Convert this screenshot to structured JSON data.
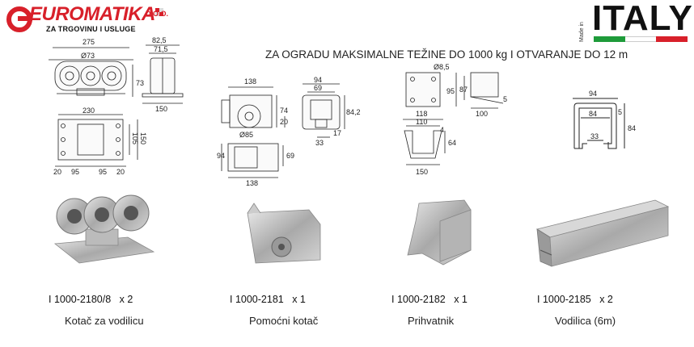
{
  "brand": {
    "name": "EUROMATIKA",
    "suffix": "D.O.O.",
    "tagline": "ZA TRGOVINU I USLUGE"
  },
  "origin": {
    "made_in": "Made in",
    "country": "ITALY",
    "flag_colors": [
      "#1e9b3a",
      "#ffffff",
      "#d8202a"
    ]
  },
  "headline": "ZA OGRADU MAKSIMALNE TEŽINE DO 1000 kg I OTVARANJE DO 12 m",
  "products": [
    {
      "code": "I 1000-2180/8",
      "qty": "x 2",
      "name": "Kotač za vodilicu"
    },
    {
      "code": "I 1000-2181",
      "qty": "x 1",
      "name": "Pomoćni kotač"
    },
    {
      "code": "I 1000-2182",
      "qty": "x 1",
      "name": "Prihvatnik"
    },
    {
      "code": "I 1000-2185",
      "qty": "x 2",
      "name": "Vodilica (6m)"
    }
  ],
  "dimensions": {
    "roller": {
      "width": "275",
      "wheel": "Ø73",
      "height": "73",
      "side_outer": "82,5",
      "side_inner": "71,5",
      "side_base": "150",
      "plate_len": "230",
      "plate_h1": "105",
      "plate_h2": "150",
      "bolts": [
        "20",
        "95",
        "95",
        "20"
      ]
    },
    "aux": {
      "width": "138",
      "h1": "74",
      "h2": "20",
      "wheel": "Ø85",
      "side_w1": "94",
      "side_w2": "69",
      "side_h": "84,2",
      "side_low": "17",
      "side_base": "33",
      "plan_h": "94",
      "plan_w": "138",
      "plan_d": "69"
    },
    "catcher": {
      "hole": "Ø8,5",
      "h1": "95",
      "h2": "87",
      "depth": "100",
      "thick": "5",
      "w1": "118",
      "w2": "110",
      "step": "4",
      "h3": "64",
      "base": "150"
    },
    "rail": {
      "width": "94",
      "inner": "84",
      "thick": "5",
      "height": "84",
      "slot": "33"
    }
  }
}
